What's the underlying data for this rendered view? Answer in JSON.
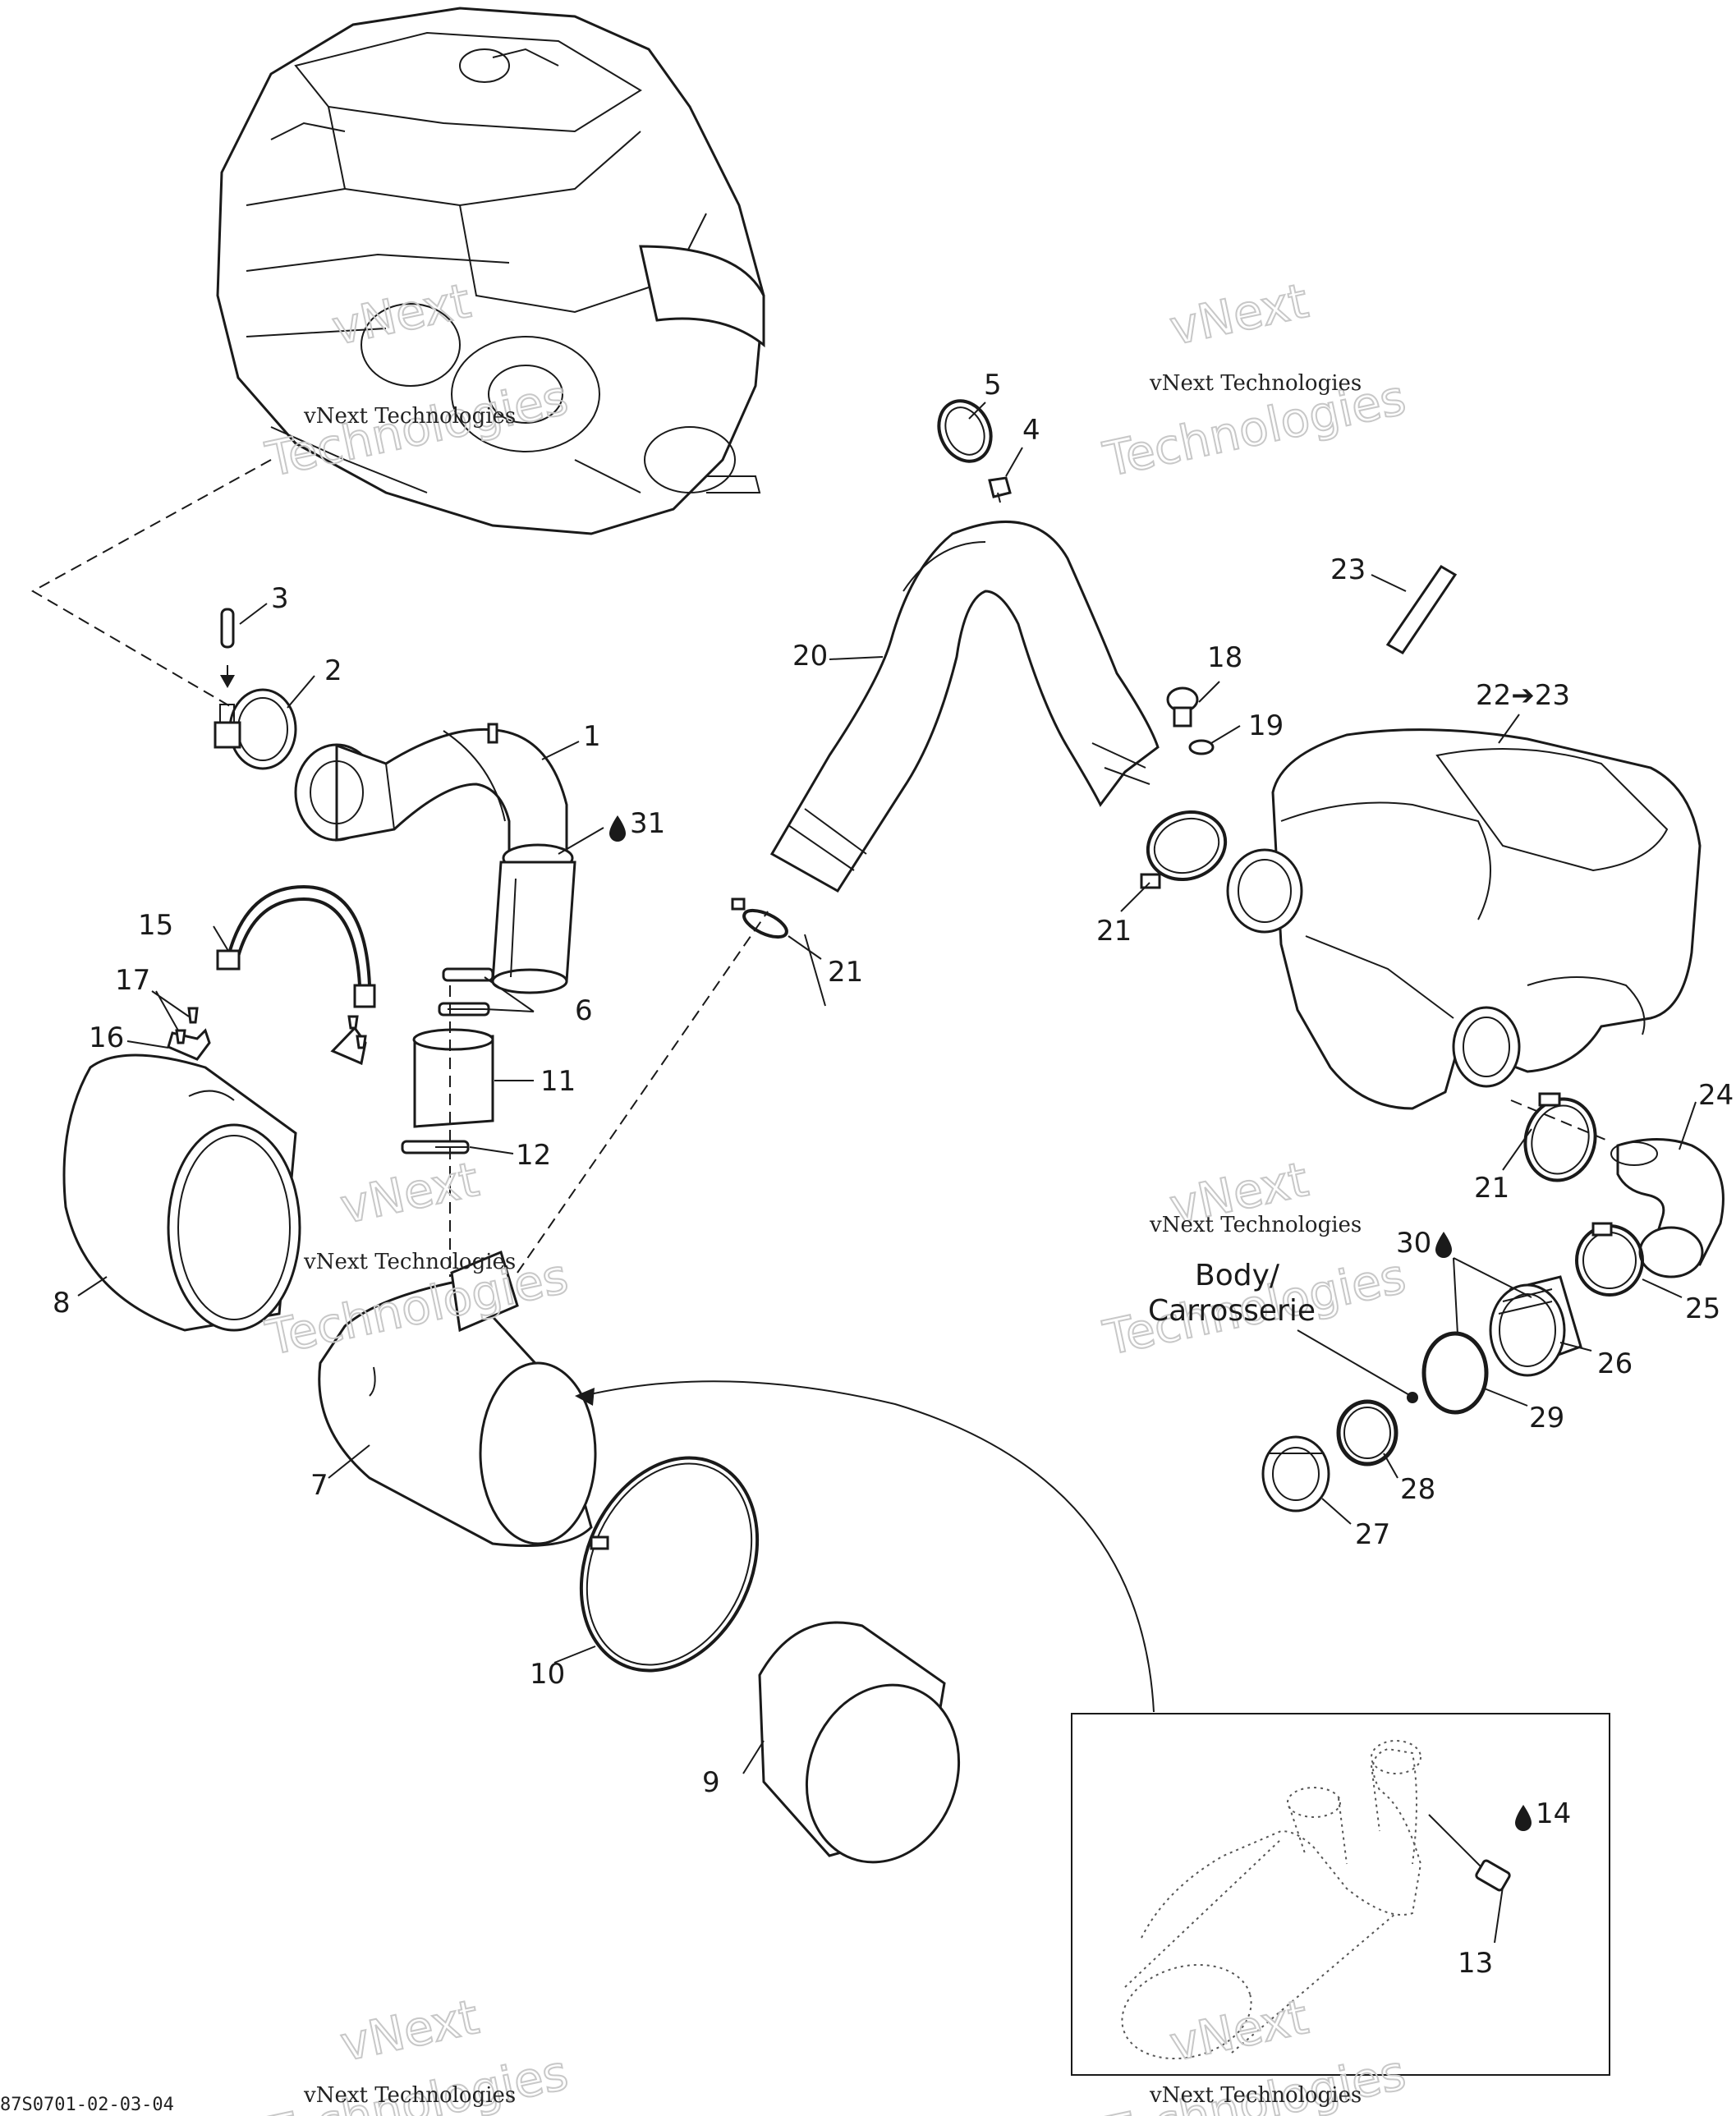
{
  "watermark": {
    "company": "vNext Technologies",
    "word1": "vNext",
    "word2": "Technologies"
  },
  "labels": {
    "p1": "1",
    "p2": "2",
    "p3": "3",
    "p4": "4",
    "p5": "5",
    "p6": "6",
    "p7": "7",
    "p8": "8",
    "p9": "9",
    "p10": "10",
    "p11": "11",
    "p12": "12",
    "p13": "13",
    "p14": "14",
    "p15": "15",
    "p16": "16",
    "p17": "17",
    "p18": "18",
    "p19": "19",
    "p20": "20",
    "p21": "21",
    "p22_23": "22➔23",
    "p23": "23",
    "p24": "24",
    "p25": "25",
    "p26": "26",
    "p27": "27",
    "p28": "28",
    "p29": "29",
    "p30": "30",
    "p31": "31"
  },
  "body_label": {
    "line1": "Body/",
    "line2": "Carrosserie"
  },
  "reference_code": "87S0701-02-03-04",
  "icons": {
    "drop": "oil-drop-icon",
    "arrow": "right-arrow-icon"
  }
}
